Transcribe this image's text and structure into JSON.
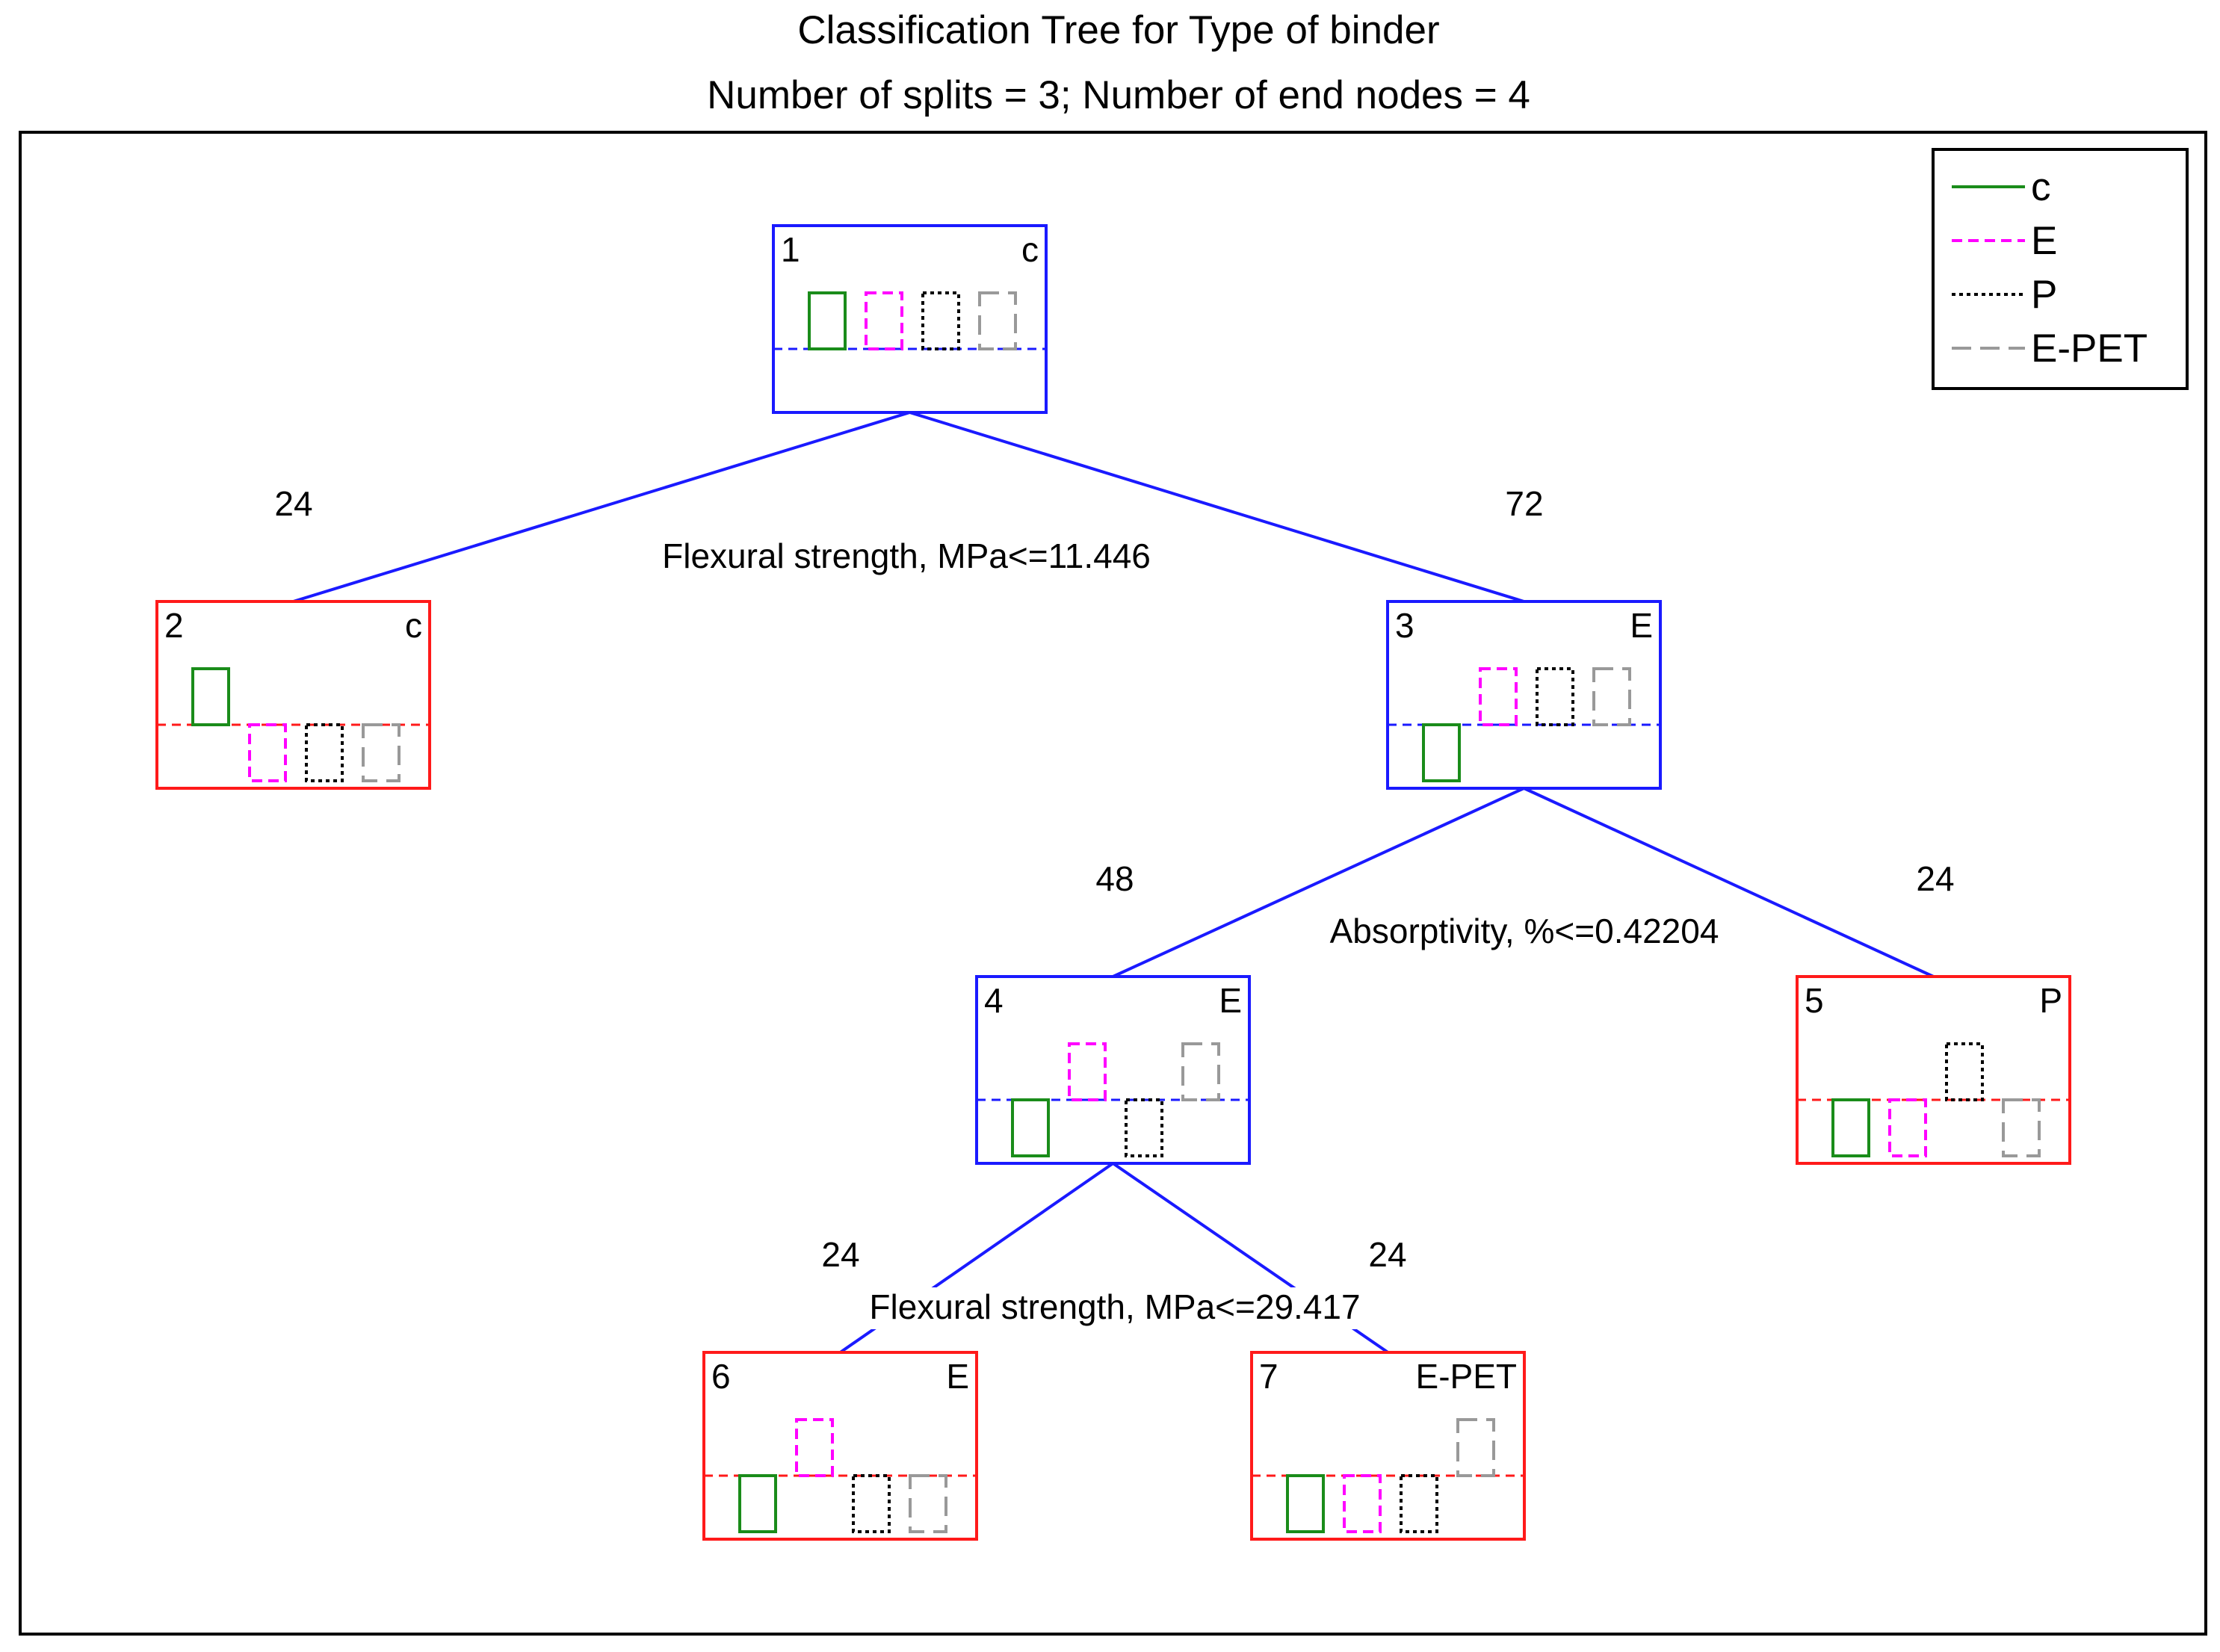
{
  "title": "Classification Tree for Type of binder",
  "subtitle": "Number of splits = 3; Number of end nodes = 4",
  "colors": {
    "internal_node": "#1a1aff",
    "terminal_node": "#ff1a1a",
    "edge": "#1a1aff",
    "frame": "#000000"
  },
  "legend": [
    {
      "label": "c",
      "color": "#1a8c1a",
      "dash": "solid"
    },
    {
      "label": "E",
      "color": "#ff00ff",
      "dash": "dashed"
    },
    {
      "label": "P",
      "color": "#000000",
      "dash": "dotted"
    },
    {
      "label": "E-PET",
      "color": "#999999",
      "dash": "long-dash"
    }
  ],
  "nodes": [
    {
      "id": "1",
      "class_label": "c",
      "terminal": false
    },
    {
      "id": "2",
      "class_label": "c",
      "terminal": true
    },
    {
      "id": "3",
      "class_label": "E",
      "terminal": false
    },
    {
      "id": "4",
      "class_label": "E",
      "terminal": false
    },
    {
      "id": "5",
      "class_label": "P",
      "terminal": true
    },
    {
      "id": "6",
      "class_label": "E",
      "terminal": true
    },
    {
      "id": "7",
      "class_label": "E-PET",
      "terminal": true
    }
  ],
  "splits": [
    {
      "node": "1",
      "condition": "Flexural strength, MPa<=11.446",
      "left_count": "24",
      "right_count": "72"
    },
    {
      "node": "3",
      "condition": "Absorptivity, %<=0.42204",
      "left_count": "48",
      "right_count": "24"
    },
    {
      "node": "4",
      "condition": "Flexural strength, MPa<=29.417",
      "left_count": "24",
      "right_count": "24"
    }
  ]
}
